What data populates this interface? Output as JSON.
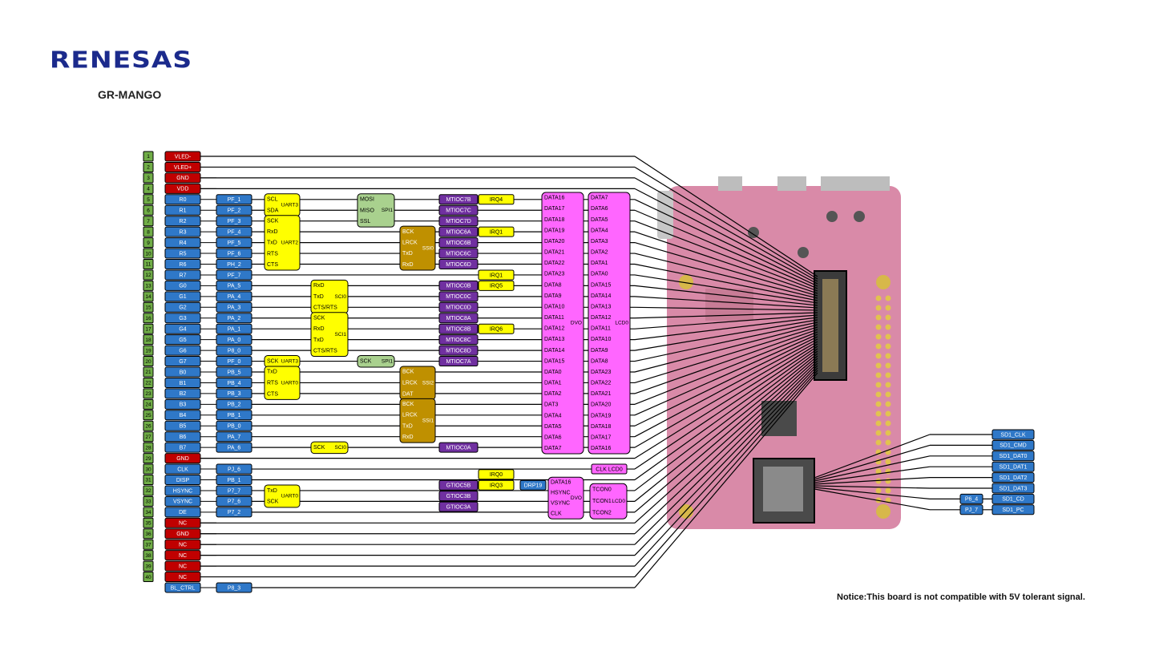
{
  "brand": "RENESAS",
  "board": "GR-MANGO",
  "notice": "Notice:This board is not compatible with 5V tolerant signal.",
  "colors": {
    "power": "#c00000",
    "blue": "#2f78c8",
    "yellow": "#ffff00",
    "spi": "#a9d18e",
    "ssi": "#bf9000",
    "mtu": "#7030a0",
    "magenta": "#ff66ff",
    "pin": "#70ad47",
    "pcb": "#d98aa8"
  },
  "pins": [
    {
      "num": "1",
      "signal": "VLED-",
      "cls": "power"
    },
    {
      "num": "2",
      "signal": "VLED+",
      "cls": "power"
    },
    {
      "num": "3",
      "signal": "GND",
      "cls": "power"
    },
    {
      "num": "4",
      "signal": "VDD",
      "cls": "power"
    },
    {
      "num": "5",
      "signal": "R0",
      "cls": "blue",
      "port": "PF_1"
    },
    {
      "num": "6",
      "signal": "R1",
      "cls": "blue",
      "port": "PF_2"
    },
    {
      "num": "7",
      "signal": "R2",
      "cls": "blue",
      "port": "PF_3"
    },
    {
      "num": "8",
      "signal": "R3",
      "cls": "blue",
      "port": "PF_4"
    },
    {
      "num": "9",
      "signal": "R4",
      "cls": "blue",
      "port": "PF_5"
    },
    {
      "num": "10",
      "signal": "R5",
      "cls": "blue",
      "port": "PF_6"
    },
    {
      "num": "11",
      "signal": "R6",
      "cls": "blue",
      "port": "PH_2"
    },
    {
      "num": "12",
      "signal": "R7",
      "cls": "blue",
      "port": "PF_7"
    },
    {
      "num": "13",
      "signal": "G0",
      "cls": "blue",
      "port": "PA_5"
    },
    {
      "num": "14",
      "signal": "G1",
      "cls": "blue",
      "port": "PA_4"
    },
    {
      "num": "15",
      "signal": "G2",
      "cls": "blue",
      "port": "PA_3"
    },
    {
      "num": "16",
      "signal": "G3",
      "cls": "blue",
      "port": "PA_2"
    },
    {
      "num": "17",
      "signal": "G4",
      "cls": "blue",
      "port": "PA_1"
    },
    {
      "num": "18",
      "signal": "G5",
      "cls": "blue",
      "port": "PA_0"
    },
    {
      "num": "19",
      "signal": "G6",
      "cls": "blue",
      "port": "P8_0"
    },
    {
      "num": "20",
      "signal": "G7",
      "cls": "blue",
      "port": "PF_0"
    },
    {
      "num": "21",
      "signal": "B0",
      "cls": "blue",
      "port": "PB_5"
    },
    {
      "num": "22",
      "signal": "B1",
      "cls": "blue",
      "port": "PB_4"
    },
    {
      "num": "23",
      "signal": "B2",
      "cls": "blue",
      "port": "PB_3"
    },
    {
      "num": "24",
      "signal": "B3",
      "cls": "blue",
      "port": "PB_2"
    },
    {
      "num": "25",
      "signal": "B4",
      "cls": "blue",
      "port": "PB_1"
    },
    {
      "num": "26",
      "signal": "B5",
      "cls": "blue",
      "port": "PB_0"
    },
    {
      "num": "27",
      "signal": "B6",
      "cls": "blue",
      "port": "PA_7"
    },
    {
      "num": "28",
      "signal": "B7",
      "cls": "blue",
      "port": "PA_6"
    },
    {
      "num": "29",
      "signal": "GND",
      "cls": "power"
    },
    {
      "num": "30",
      "signal": "CLK",
      "cls": "blue",
      "port": "PJ_6"
    },
    {
      "num": "31",
      "signal": "DISP",
      "cls": "blue",
      "port": "PB_1"
    },
    {
      "num": "32",
      "signal": "HSYNC",
      "cls": "blue",
      "port": "P7_7"
    },
    {
      "num": "33",
      "signal": "VSYNC",
      "cls": "blue",
      "port": "P7_6"
    },
    {
      "num": "34",
      "signal": "DE",
      "cls": "blue",
      "port": "P7_2"
    },
    {
      "num": "35",
      "signal": "NC",
      "cls": "power"
    },
    {
      "num": "36",
      "signal": "GND",
      "cls": "power"
    },
    {
      "num": "37",
      "signal": "NC",
      "cls": "power"
    },
    {
      "num": "38",
      "signal": "NC",
      "cls": "power"
    },
    {
      "num": "39",
      "signal": "NC",
      "cls": "power"
    },
    {
      "num": "40",
      "signal": "NC",
      "cls": "power"
    },
    {
      "num": "",
      "signal": "BL_CTRL",
      "cls": "blue",
      "port": "P8_3"
    }
  ],
  "groups": [
    {
      "row": 4,
      "span": 2,
      "col": "a",
      "cls": "yellow",
      "labels": [
        "SCL",
        "SDA"
      ],
      "name": "UART3"
    },
    {
      "row": 6,
      "span": 5,
      "col": "a",
      "cls": "yellow",
      "labels": [
        "SCK",
        "RxD",
        "TxD",
        "RTS",
        "CTS"
      ],
      "name": "UART2"
    },
    {
      "row": 4,
      "span": 3,
      "col": "b",
      "cls": "spi",
      "labels": [
        "MOSI",
        "MISO",
        "SSL"
      ],
      "name": "SPI1"
    },
    {
      "row": 7,
      "span": 4,
      "col": "c",
      "cls": "ssi",
      "labels": [
        "BCK",
        "LRCK",
        "TxD",
        "RxD"
      ],
      "name": "SSI0"
    },
    {
      "row": 12,
      "span": 3,
      "col": "a2",
      "cls": "yellow",
      "labels": [
        "RxD",
        "TxD",
        "CTS/RTS"
      ],
      "name": "SCI0"
    },
    {
      "row": 15,
      "span": 4,
      "col": "a2",
      "cls": "yellow",
      "labels": [
        "SCK",
        "RxD",
        "TxD",
        "CTS/RTS"
      ],
      "name": "SCI1"
    },
    {
      "row": 19,
      "span": 1,
      "col": "a",
      "cls": "yellow",
      "labels": [
        "SCK"
      ],
      "name": "UART3"
    },
    {
      "row": 19,
      "span": 1,
      "col": "b",
      "cls": "spi",
      "labels": [
        "SCK"
      ],
      "name": "SPI1"
    },
    {
      "row": 20,
      "span": 3,
      "col": "a",
      "cls": "yellow",
      "labels": [
        "TxD",
        "RTS",
        "CTS"
      ],
      "name": "UART0"
    },
    {
      "row": 20,
      "span": 3,
      "col": "c",
      "cls": "ssi",
      "labels": [
        "BCK",
        "LRCK",
        "DAT"
      ],
      "name": "SSI2"
    },
    {
      "row": 23,
      "span": 4,
      "col": "c",
      "cls": "ssi",
      "labels": [
        "BCK",
        "LRCK",
        "TxD",
        "RxD"
      ],
      "name": "SSI1"
    },
    {
      "row": 27,
      "span": 1,
      "col": "a2",
      "cls": "yellow",
      "labels": [
        "SCK"
      ],
      "name": "SCI0"
    },
    {
      "row": 31,
      "span": 2,
      "col": "a",
      "cls": "yellow",
      "labels": [
        "TxD",
        "SCK"
      ],
      "name": "UART0"
    }
  ],
  "mtu": [
    {
      "row": 4,
      "label": "MTIOC7B"
    },
    {
      "row": 5,
      "label": "MTIOC7C"
    },
    {
      "row": 6,
      "label": "MTIOC7D"
    },
    {
      "row": 7,
      "label": "MTIOC6A"
    },
    {
      "row": 8,
      "label": "MTIOC6B"
    },
    {
      "row": 9,
      "label": "MTIOC6C"
    },
    {
      "row": 10,
      "label": "MTIOC6D"
    },
    {
      "row": 12,
      "label": "MTIOC0B"
    },
    {
      "row": 13,
      "label": "MTIOC0C"
    },
    {
      "row": 14,
      "label": "MTIOC0D"
    },
    {
      "row": 15,
      "label": "MTIOC8A"
    },
    {
      "row": 16,
      "label": "MTIOC8B"
    },
    {
      "row": 17,
      "label": "MTIOC8C"
    },
    {
      "row": 18,
      "label": "MTIOC8D"
    },
    {
      "row": 19,
      "label": "MTIOC7A"
    },
    {
      "row": 27,
      "label": "MTIOC0A"
    },
    {
      "row": 30.5,
      "label": "GTIOC5B"
    },
    {
      "row": 31.5,
      "label": "GTIOC3B"
    },
    {
      "row": 32.5,
      "label": "GTIOC3A"
    }
  ],
  "irq": [
    {
      "row": 4,
      "label": "IRQ4"
    },
    {
      "row": 7,
      "label": "IRQ1"
    },
    {
      "row": 11,
      "label": "IRQ1"
    },
    {
      "row": 12,
      "label": "IRQ5"
    },
    {
      "row": 16,
      "label": "IRQ6"
    },
    {
      "row": 29.5,
      "label": "IRQ0"
    },
    {
      "row": 30.5,
      "label": "IRQ3"
    }
  ],
  "drp": "DRP19",
  "dvo_top": {
    "name": "DVO",
    "labels": [
      "DATA16",
      "DATA17",
      "DATA18",
      "DATA19",
      "DATA20",
      "DATA21",
      "DATA22",
      "DATA23",
      "DATA8",
      "DATA9",
      "DATA10",
      "DATA11",
      "DATA12",
      "DATA13",
      "DATA14",
      "DATA15",
      "DATA0",
      "DATA1",
      "DATA2",
      "DAT3",
      "DATA4",
      "DATA5",
      "DATA6",
      "DATA7"
    ]
  },
  "lcd_top": {
    "name": "LCD0",
    "labels": [
      "DATA7",
      "DATA6",
      "DATA5",
      "DATA4",
      "DATA3",
      "DATA2",
      "DATA1",
      "DATA0",
      "DATA15",
      "DATA14",
      "DATA13",
      "DATA12",
      "DATA11",
      "DATA10",
      "DATA9",
      "DATA8",
      "DATA23",
      "DATA22",
      "DATA21",
      "DATA20",
      "DATA19",
      "DATA18",
      "DATA17",
      "DATA16"
    ]
  },
  "lcd_clk": "CLK  LCD0",
  "dvo_bot": {
    "name": "DVO",
    "labels": [
      "DATA16",
      "HSYNC",
      "VSYNC",
      "CLK"
    ]
  },
  "lcd_bot": {
    "name": "LCD0",
    "labels": [
      "TCON0",
      "TCON1",
      "TCON2"
    ]
  },
  "sd": [
    "SD1_CLK",
    "SD1_CMD",
    "SD1_DAT0",
    "SD1_DAT1",
    "SD1_DAT2",
    "SD1_DAT3",
    "SD1_CD",
    "SD1_PC"
  ],
  "sd_ports": [
    {
      "sd_index": 6,
      "label": "P6_4"
    },
    {
      "sd_index": 7,
      "label": "PJ_7"
    }
  ]
}
